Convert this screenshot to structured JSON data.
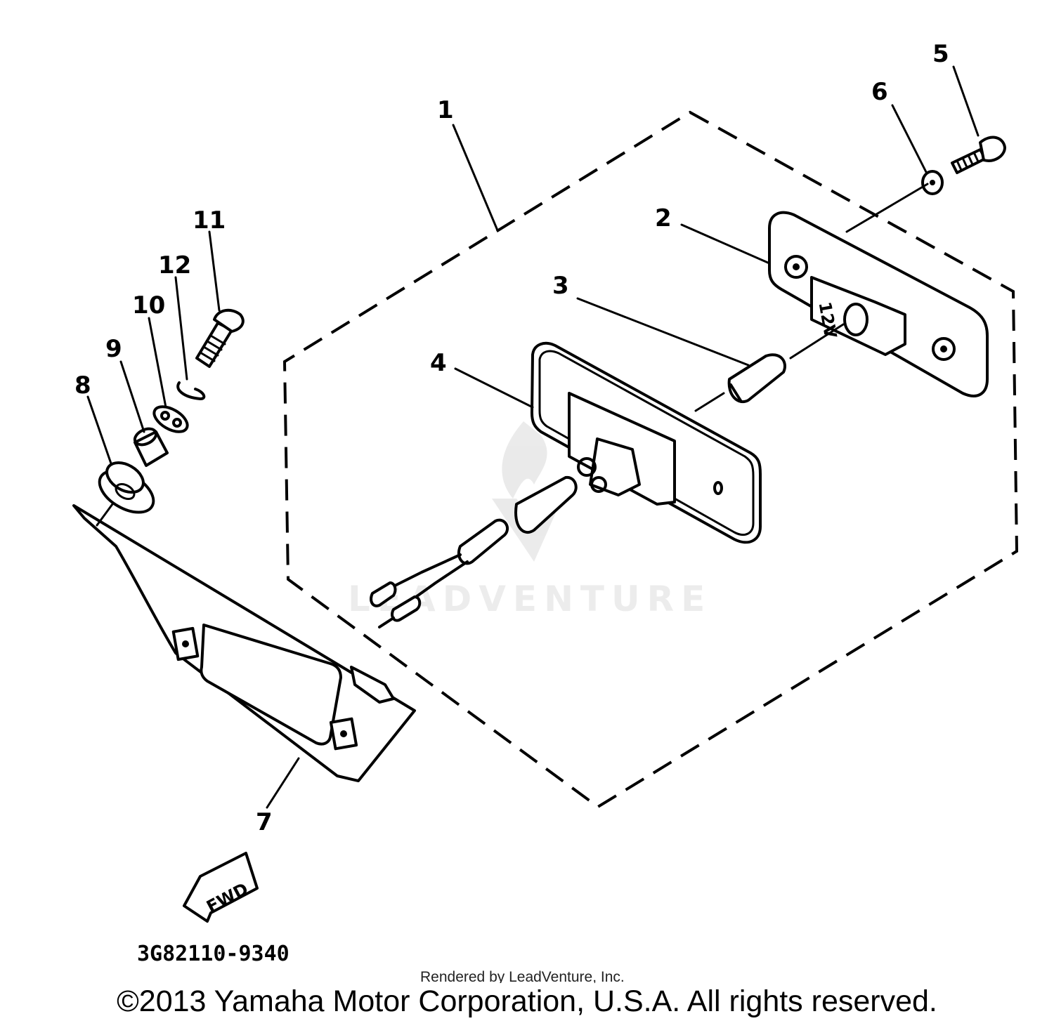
{
  "diagram": {
    "callouts": [
      "1",
      "2",
      "3",
      "4",
      "5",
      "6",
      "7",
      "8",
      "9",
      "10",
      "11",
      "12"
    ],
    "fwd_label": "FWD",
    "part_number": "3G82110-9340",
    "watermark": "LEADVENTURE",
    "rendered_by": "Rendered by LeadVenture, Inc."
  },
  "footer": {
    "copyright": "©2013 Yamaha Motor Corporation, U.S.A. All rights reserved."
  }
}
